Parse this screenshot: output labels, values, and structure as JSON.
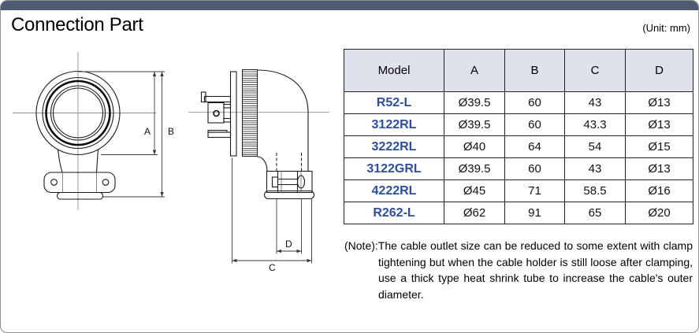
{
  "header": {
    "title": "Connection Part",
    "unit_label": "(Unit: mm)"
  },
  "diagram": {
    "labels": {
      "a": "A",
      "b": "B",
      "c": "C",
      "d": "D"
    }
  },
  "table": {
    "columns": [
      "Model",
      "A",
      "B",
      "C",
      "D"
    ],
    "rows": [
      {
        "model": "R52-L",
        "a": "Ø39.5",
        "b": "60",
        "c": "43",
        "d": "Ø13"
      },
      {
        "model": "3122RL",
        "a": "Ø39.5",
        "b": "60",
        "c": "43.3",
        "d": "Ø13"
      },
      {
        "model": "3222RL",
        "a": "Ø40",
        "b": "64",
        "c": "54",
        "d": "Ø15"
      },
      {
        "model": "3122GRL",
        "a": "Ø39.5",
        "b": "60",
        "c": "43",
        "d": "Ø13"
      },
      {
        "model": "4222RL",
        "a": "Ø45",
        "b": "71",
        "c": "58.5",
        "d": "Ø16"
      },
      {
        "model": "R262-L",
        "a": "Ø62",
        "b": "91",
        "c": "65",
        "d": "Ø20"
      }
    ]
  },
  "note": {
    "prefix": "(Note):",
    "text": "The cable outlet size can be reduced to some extent with clamp tightening but when the cable holder is still loose after clamping, use a thick type heat shrink tube to increase the cable's outer diameter."
  },
  "colors": {
    "accent": "#4e5c73",
    "thbg": "#dfe1ec",
    "model": "#2d4e9e",
    "line": "#1a1a1a"
  }
}
